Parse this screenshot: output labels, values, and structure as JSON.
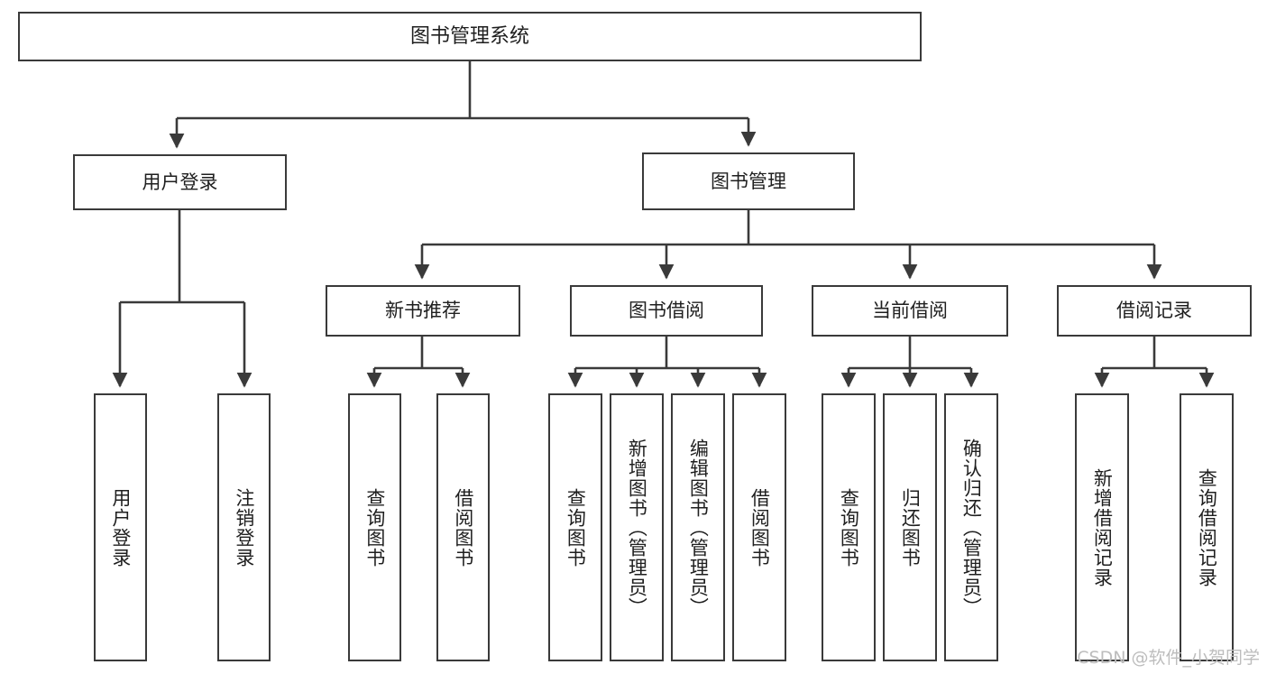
{
  "diagram": {
    "type": "hierarchy-tree",
    "title": "图书管理系统",
    "orientation": "top-down",
    "colors": {
      "box_border": "#3a3a3a",
      "box_fill": "#ffffff",
      "connector": "#3a3a3a",
      "text": "#1f1f1f",
      "watermark": "#bdbdbd"
    },
    "levels": {
      "level1": [
        "图书管理系统"
      ],
      "level2": [
        "用户登录",
        "图书管理"
      ],
      "level3": [
        "新书推荐",
        "图书借阅",
        "当前借阅",
        "借阅记录"
      ],
      "level4": [
        "用户登录",
        "注销登录",
        "查询图书",
        "借阅图书",
        "查询图书",
        "新增图书（管理员）",
        "编辑图书（管理员）",
        "借阅图书",
        "查询图书",
        "归还图书",
        "确认归还（管理员）",
        "新增借阅记录",
        "查询借阅记录"
      ]
    },
    "nodes": {
      "root": {
        "label": "图书管理系统"
      },
      "user_login": {
        "label": "用户登录"
      },
      "book_manage": {
        "label": "图书管理"
      },
      "new_book_rec": {
        "label": "新书推荐"
      },
      "book_borrow": {
        "label": "图书借阅"
      },
      "current_borrow": {
        "label": "当前借阅"
      },
      "borrow_record": {
        "label": "借阅记录"
      },
      "leaf_user_login": {
        "label": "用户登录"
      },
      "leaf_logout": {
        "label": "注销登录"
      },
      "leaf_query_book_1": {
        "label": "查询图书"
      },
      "leaf_borrow_book_1": {
        "label": "借阅图书"
      },
      "leaf_query_book_2": {
        "label": "查询图书"
      },
      "leaf_add_book": {
        "label": "新增图书（管理员）"
      },
      "leaf_edit_book": {
        "label": "编辑图书（管理员）"
      },
      "leaf_borrow_book_2": {
        "label": "借阅图书"
      },
      "leaf_query_book_3": {
        "label": "查询图书"
      },
      "leaf_return_book": {
        "label": "归还图书"
      },
      "leaf_confirm_return": {
        "label": "确认归还（管理员）"
      },
      "leaf_add_record": {
        "label": "新增借阅记录"
      },
      "leaf_query_record": {
        "label": "查询借阅记录"
      }
    },
    "edges": [
      {
        "from": "图书管理系统",
        "to": "用户登录"
      },
      {
        "from": "图书管理系统",
        "to": "图书管理"
      },
      {
        "from": "用户登录",
        "to": "用户登录"
      },
      {
        "from": "用户登录",
        "to": "注销登录"
      },
      {
        "from": "图书管理",
        "to": "新书推荐"
      },
      {
        "from": "图书管理",
        "to": "图书借阅"
      },
      {
        "from": "图书管理",
        "to": "当前借阅"
      },
      {
        "from": "图书管理",
        "to": "借阅记录"
      },
      {
        "from": "新书推荐",
        "to": "查询图书"
      },
      {
        "from": "新书推荐",
        "to": "借阅图书"
      },
      {
        "from": "图书借阅",
        "to": "查询图书"
      },
      {
        "from": "图书借阅",
        "to": "新增图书（管理员）"
      },
      {
        "from": "图书借阅",
        "to": "编辑图书（管理员）"
      },
      {
        "from": "图书借阅",
        "to": "借阅图书"
      },
      {
        "from": "当前借阅",
        "to": "查询图书"
      },
      {
        "from": "当前借阅",
        "to": "归还图书"
      },
      {
        "from": "当前借阅",
        "to": "确认归还（管理员）"
      },
      {
        "from": "借阅记录",
        "to": "新增借阅记录"
      },
      {
        "from": "借阅记录",
        "to": "查询借阅记录"
      }
    ]
  },
  "watermark": {
    "text": "CSDN @软件_小贺同学"
  }
}
